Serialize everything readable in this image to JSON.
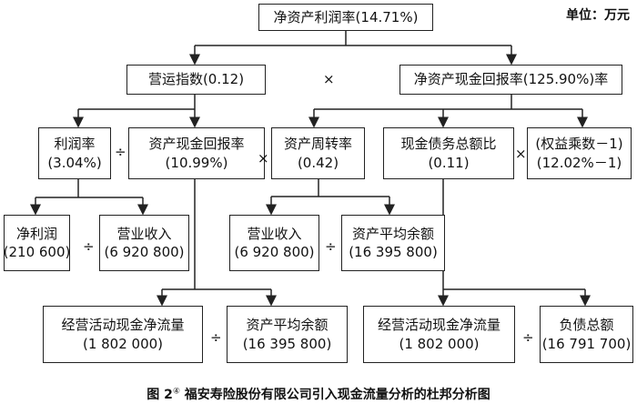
{
  "unit_label": "单位：万元",
  "caption": {
    "prefix": "图 2",
    "note_mark": "④",
    "text": "福安寿险股份有限公司引入现金流量分析的杜邦分析图"
  },
  "nodes": {
    "roe": {
      "lines": [
        "净资产利润率(14.71%)"
      ]
    },
    "operating_index": {
      "lines": [
        "营运指数(0.12)"
      ]
    },
    "net_asset_cash_return": {
      "lines": [
        "净资产现金回报率(125.90%)率"
      ]
    },
    "profit_margin": {
      "lines": [
        "利润率",
        "(3.04%)"
      ]
    },
    "asset_cash_return": {
      "lines": [
        "资产现金回报率",
        "(10.99%)"
      ]
    },
    "asset_turnover": {
      "lines": [
        "资产周转率",
        "(0.42)"
      ]
    },
    "cash_debt_ratio": {
      "lines": [
        "现金债务总额比",
        "(0.11)"
      ]
    },
    "equity_multiplier": {
      "lines": [
        "(权益乘数－1)",
        "(12.02%－1)"
      ]
    },
    "net_profit": {
      "lines": [
        "净利润",
        "(210 600)"
      ]
    },
    "revenue_1": {
      "lines": [
        "营业收入",
        "(6 920 800)"
      ]
    },
    "revenue_2": {
      "lines": [
        "营业收入",
        "(6 920 800)"
      ]
    },
    "avg_assets_1": {
      "lines": [
        "资产平均余额",
        "(16 395 800)"
      ]
    },
    "operating_cash_flow_1": {
      "lines": [
        "经营活动现金净流量",
        "(1 802 000)"
      ]
    },
    "avg_assets_2": {
      "lines": [
        "资产平均余额",
        "(16 395 800)"
      ]
    },
    "operating_cash_flow_2": {
      "lines": [
        "经营活动现金净流量",
        "(1 802 000)"
      ]
    },
    "total_liabilities": {
      "lines": [
        "负债总额",
        "(16 791 700)"
      ]
    }
  },
  "operators": {
    "multiply": "×",
    "divide": "÷"
  },
  "colors": {
    "line": "#222222",
    "background": "#ffffff"
  }
}
